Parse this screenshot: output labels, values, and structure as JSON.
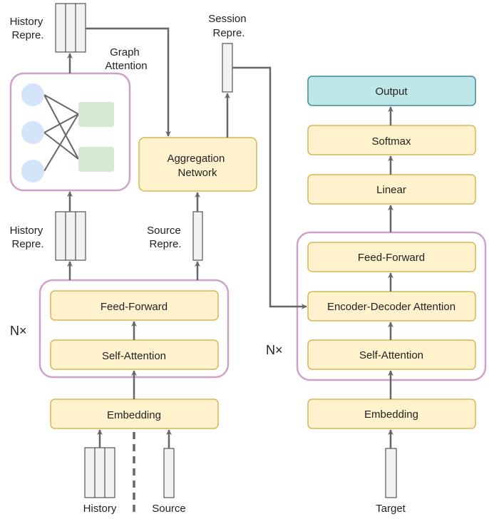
{
  "labels": {
    "history_repr_top": [
      "History",
      "Repre."
    ],
    "graph_attention": [
      "Graph",
      "Attention"
    ],
    "session_repr": [
      "Session",
      "Repre."
    ],
    "history_repr_mid": [
      "History",
      "Repre."
    ],
    "source_repr": [
      "Source",
      "Repre."
    ],
    "history_input": "History",
    "source_input": "Source",
    "target_input": "Target",
    "nx_encoder": "N×",
    "nx_decoder": "N×"
  },
  "encoder": {
    "feed_forward": "Feed-Forward",
    "self_attention": "Self-Attention",
    "embedding": "Embedding"
  },
  "aggregation": [
    "Aggregation",
    "Network"
  ],
  "decoder": {
    "output": "Output",
    "softmax": "Softmax",
    "linear": "Linear",
    "feed_forward": "Feed-Forward",
    "enc_dec_attention": "Encoder-Decoder Attention",
    "self_attention": "Self-Attention",
    "embedding": "Embedding"
  },
  "colors": {
    "block_fill": "#fff2cc",
    "block_stroke": "#d6b656",
    "output_fill": "#bfe6e8",
    "output_stroke": "#3f8a99",
    "group_stroke": "#cda2c8",
    "node_circle": "#d4e4fa",
    "node_rect": "#d5e8d4",
    "arrow": "#666666",
    "vector_fill": "#f2f2f2",
    "vector_stroke": "#333333"
  }
}
